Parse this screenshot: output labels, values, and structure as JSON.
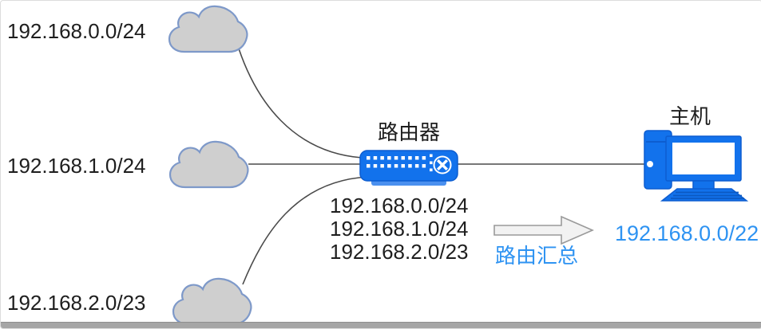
{
  "diagram": {
    "networks": [
      {
        "label": "192.168.0.0/24"
      },
      {
        "label": "192.168.1.0/24"
      },
      {
        "label": "192.168.2.0/23"
      }
    ],
    "router_label": "路由器",
    "host_label": "主机",
    "summarized_routes": [
      "192.168.0.0/24",
      "192.168.1.0/24",
      "192.168.2.0/23"
    ],
    "summary_arrow_label": "路由汇总",
    "summary_result": "192.168.0.0/22",
    "colors": {
      "device_blue": "#1272ec",
      "device_blue_dark": "#0d5dd0",
      "cloud_fill": "#cfcfcf",
      "cloud_stroke": "#7e99c9",
      "highlight_blue": "#2e93f2",
      "line_gray": "#4a4a4a",
      "arrow_fill": "#f2f2f2"
    }
  }
}
